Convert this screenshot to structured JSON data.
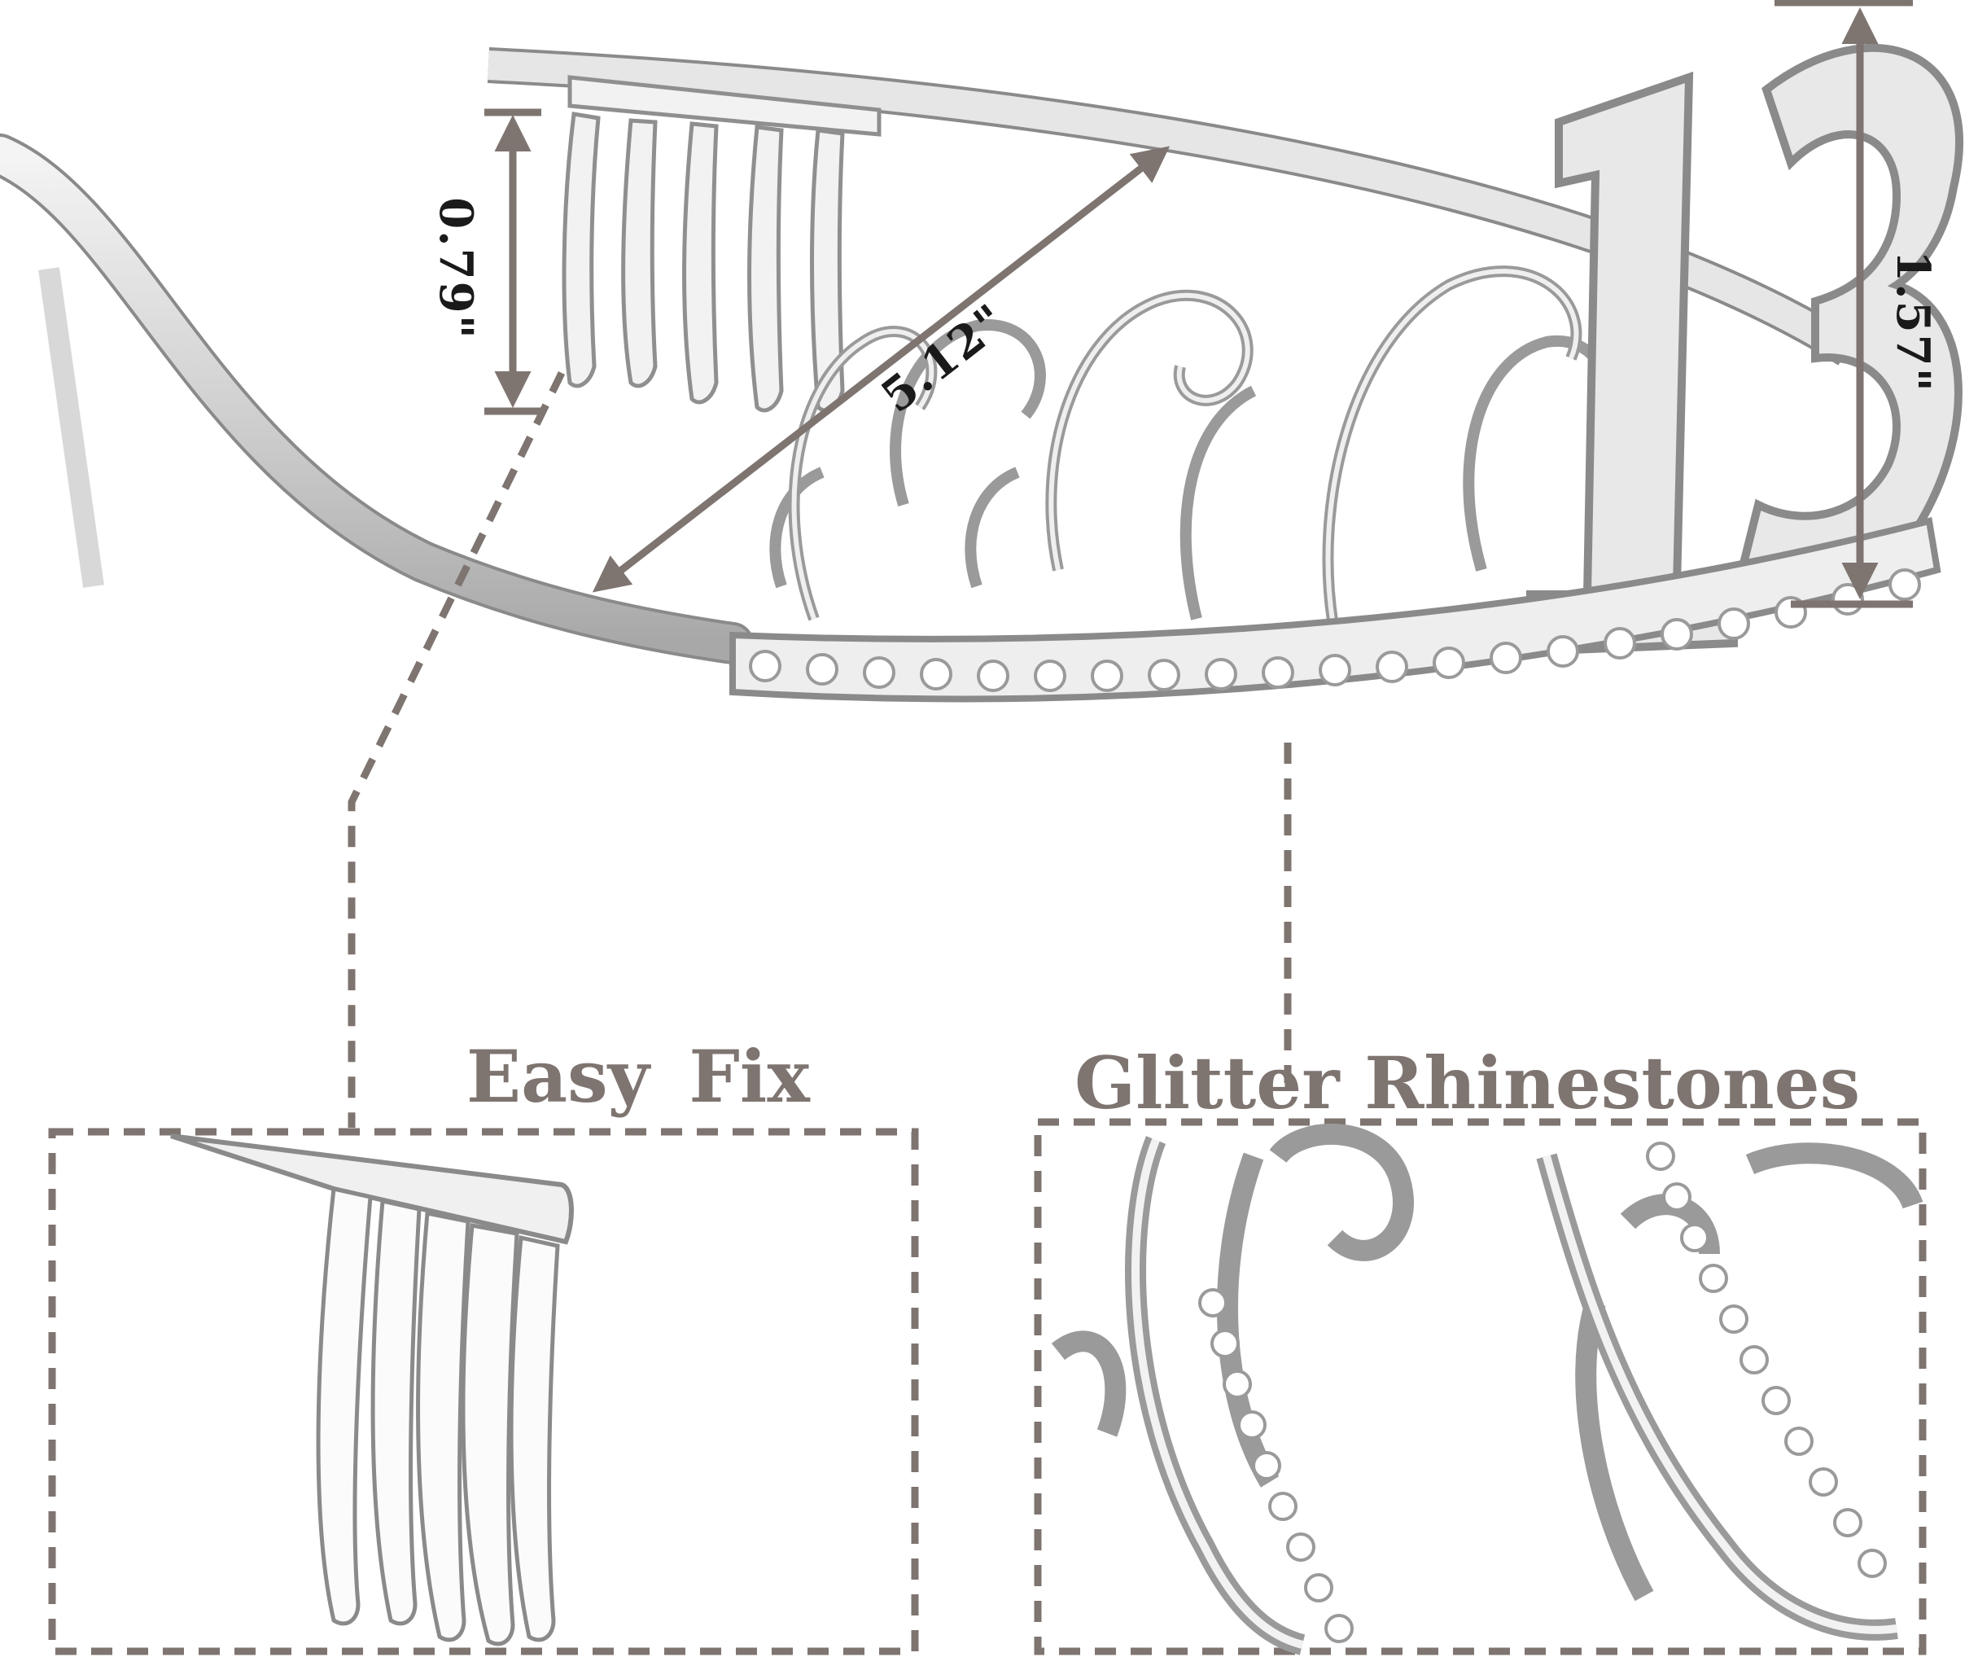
{
  "dimensions": {
    "comb_height": "0.79\"",
    "tiara_width": "5.12\"",
    "tiara_height": "1.57\""
  },
  "callouts": {
    "comb": {
      "title": "Easy Fix"
    },
    "stones": {
      "title": "Glitter Rhinestones"
    }
  },
  "colors": {
    "arrow": "#7e7470",
    "title": "#7e7470",
    "metal": "#c9c9c9"
  }
}
